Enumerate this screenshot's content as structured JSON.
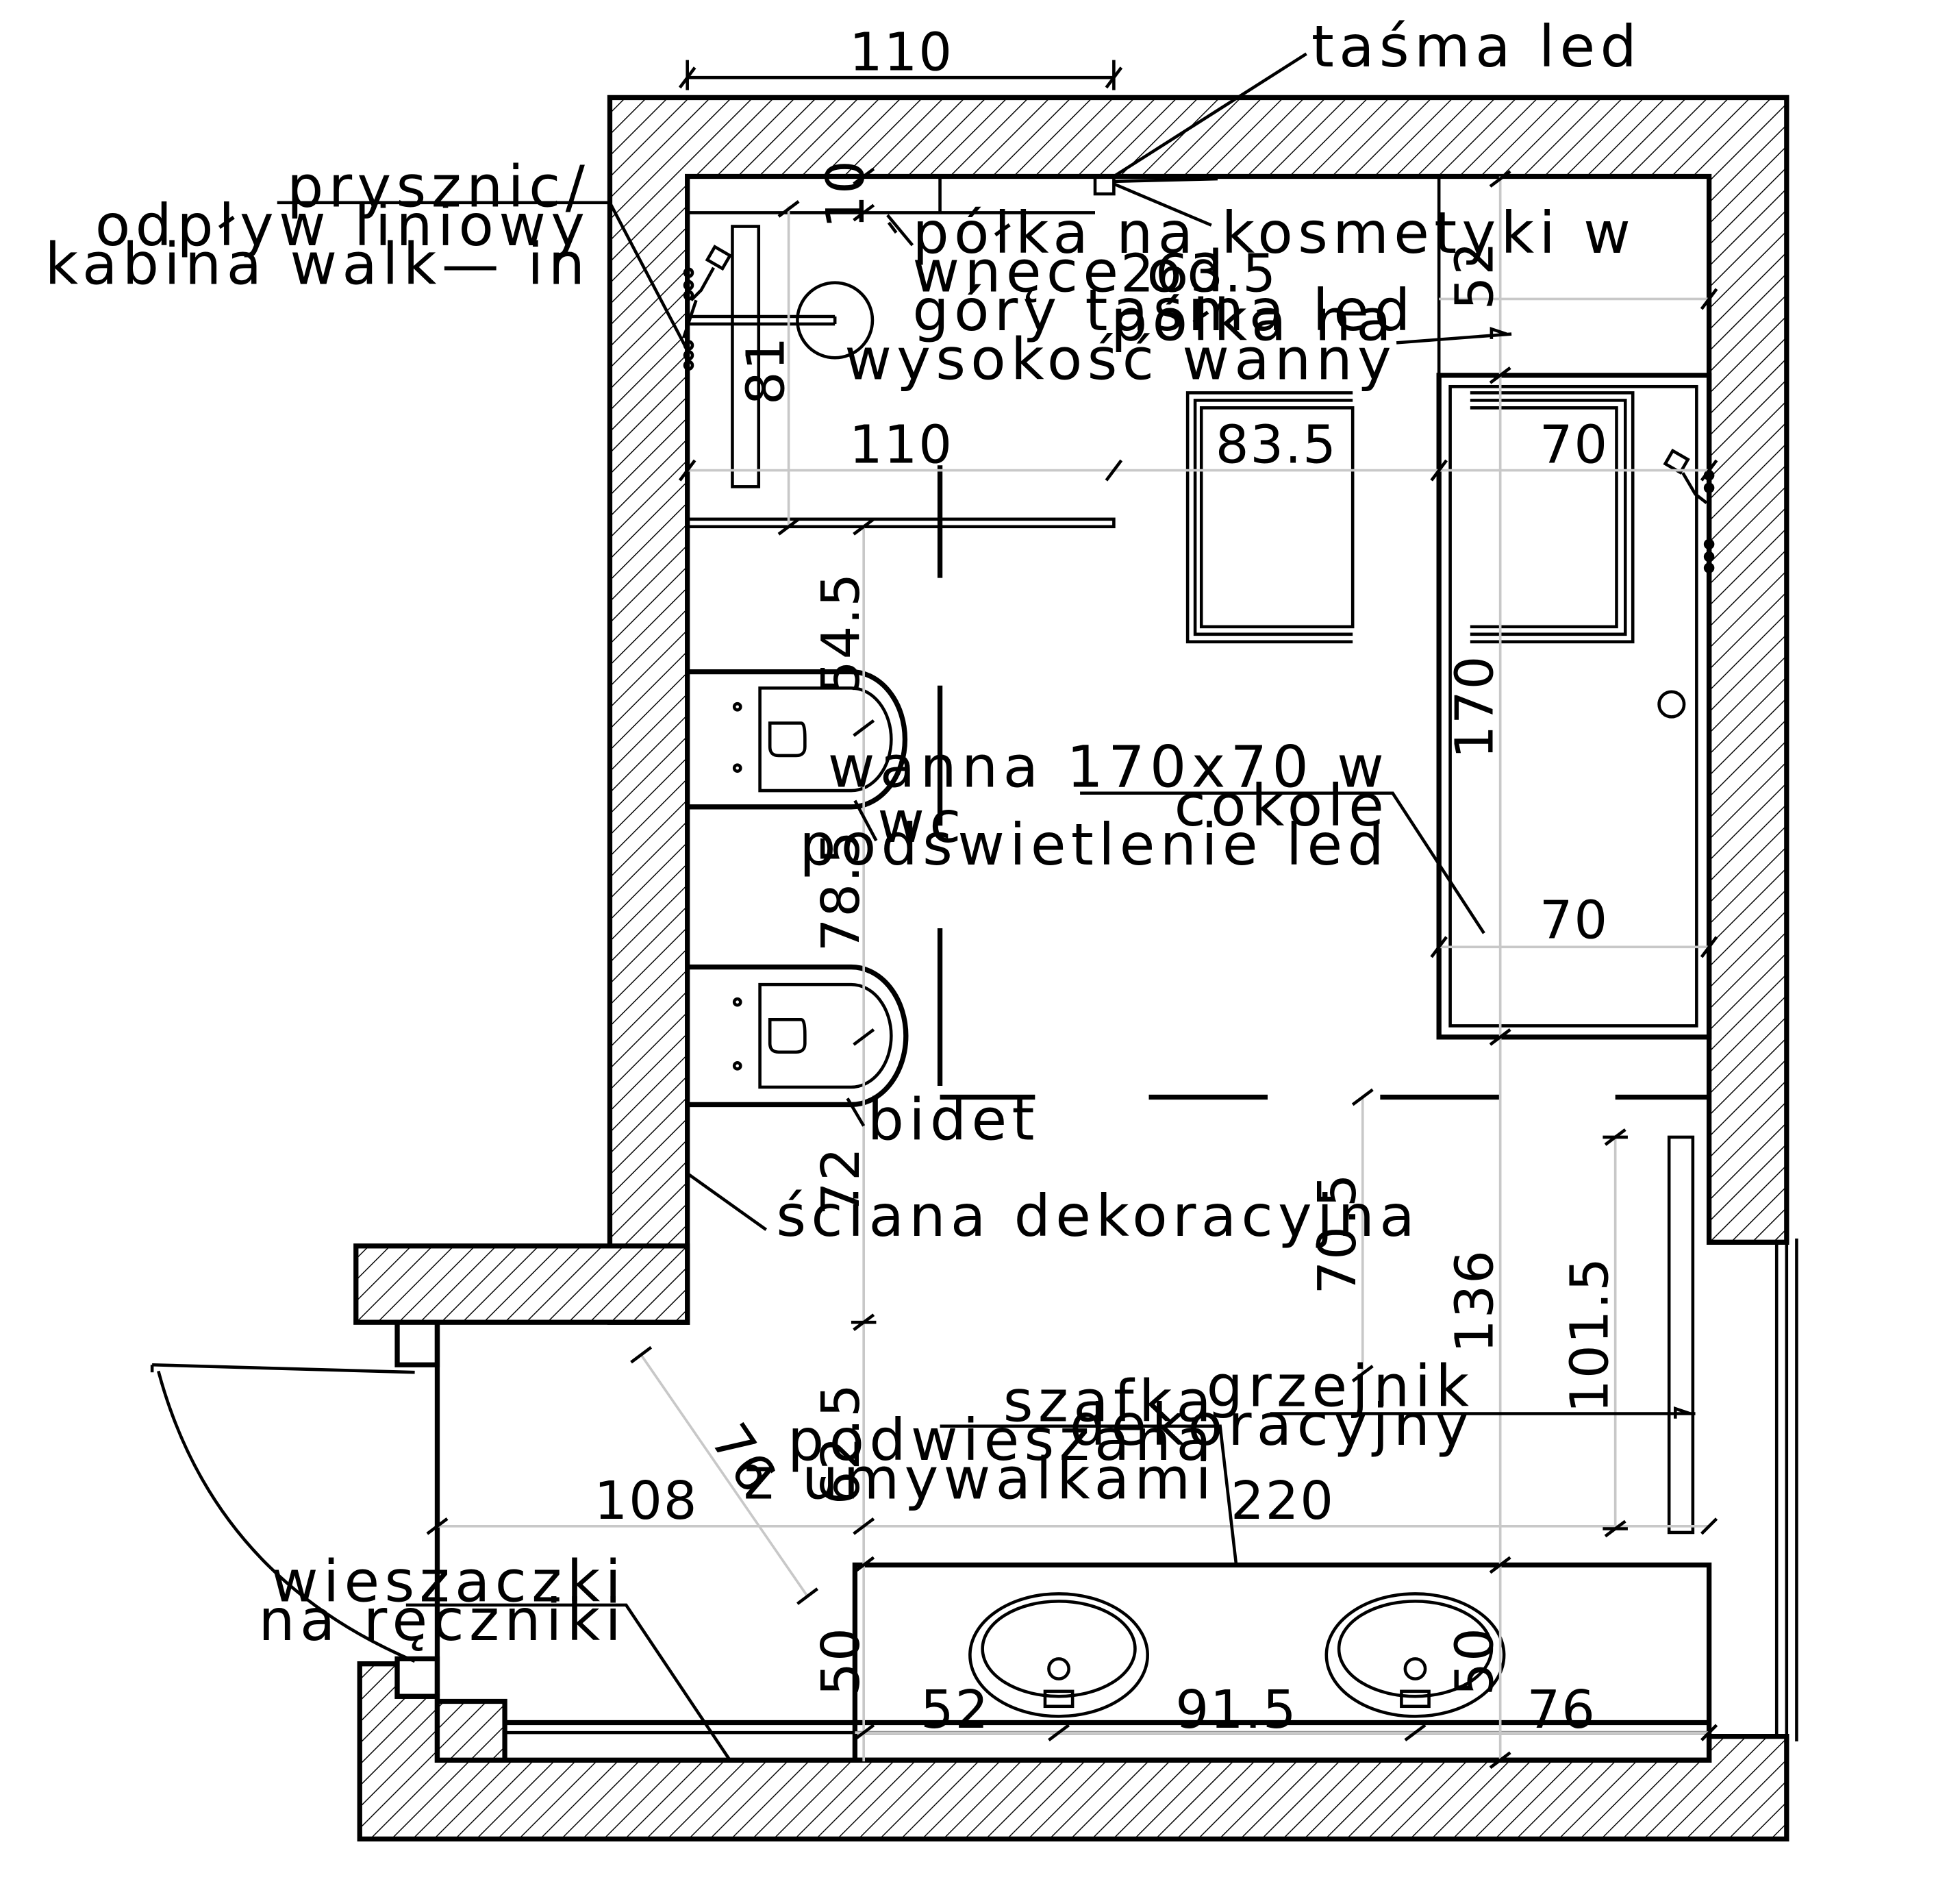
{
  "labels": {
    "tasma_led": "taśma led",
    "prysznic_1": "prysznic/",
    "prysznic_2": "odpływ liniowy",
    "prysznic_3": "kabina walk— in",
    "polka_kosm_1": "półka na kosmetyki w",
    "polka_kosm_2": "wnęce od",
    "polka_kosm_3": "góry tasma led",
    "polka_wanny_1": "półka na",
    "polka_wanny_2": "wysokość wanny",
    "wanna_1": "wanna 170x70 w",
    "wanna_2": "cokole",
    "wanna_3": "podswietlenie led",
    "wc": "wc",
    "bidet": "bidet",
    "sciana": "ściana dekoracyjna",
    "grzejnik_1": "grzejnik",
    "grzejnik_2": "dekoracyjny",
    "szafka_1": "szafka",
    "szafka_2": "podwieszana",
    "szafka_3": "z umywalkami",
    "wieszaczki_1": "wieszaczki",
    "wieszaczki_2": "na ręczniki"
  },
  "dimensions": {
    "d110_top": "110",
    "d10": "10",
    "d263": "263.5",
    "d52_right": "52",
    "d81": "81",
    "d110_mid": "110",
    "d83": "83.5",
    "d70_top": "70",
    "d54": "54.5",
    "d170": "170",
    "d78": "78.5",
    "d70_bot": "70",
    "d72": "72",
    "d70_5": "70.5",
    "d136": "136",
    "d101": "101.5",
    "d76_diag": "76",
    "d62": "62.5",
    "d108": "108",
    "d220": "220",
    "d50_left": "50",
    "d50_right": "50",
    "d52_bottom": "52",
    "d91": "91.5",
    "d76_bottom": "76"
  }
}
